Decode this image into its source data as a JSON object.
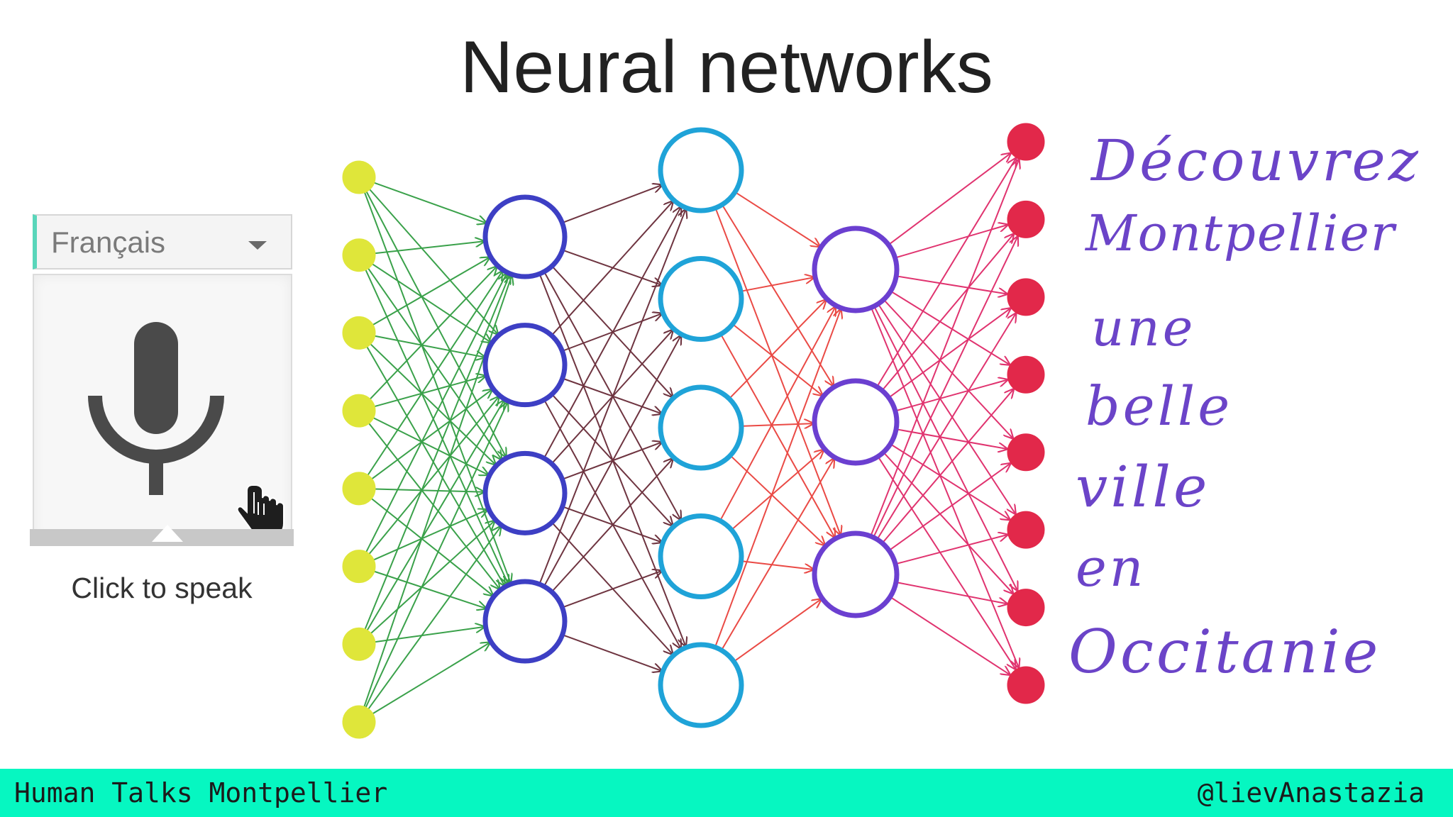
{
  "slide": {
    "title": "Neural networks"
  },
  "voice_widget": {
    "language_selected": "Français",
    "action_label": "Click to speak",
    "mic_icon": "microphone-icon",
    "cursor_icon": "hand-pointer-icon"
  },
  "handwritten_words": [
    "Découvrez",
    "Montpellier",
    "une",
    "belle",
    "ville",
    "en",
    "Occitanie"
  ],
  "network": {
    "layers": [
      {
        "nodes": 8,
        "color": "#dfe63a",
        "edge_color": "#3aa14a"
      },
      {
        "nodes": 4,
        "color": "#3d3fc4",
        "edge_color": "#6e3440"
      },
      {
        "nodes": 5,
        "color": "#1fa3d8",
        "edge_color": "#ea4a45"
      },
      {
        "nodes": 3,
        "color": "#6b3fd0",
        "edge_color": "#e0336f"
      },
      {
        "nodes": 8,
        "color": "#e2284a"
      }
    ]
  },
  "footer": {
    "left_text": "Human Talks Montpellier",
    "right_text": "@lievAnastazia"
  }
}
